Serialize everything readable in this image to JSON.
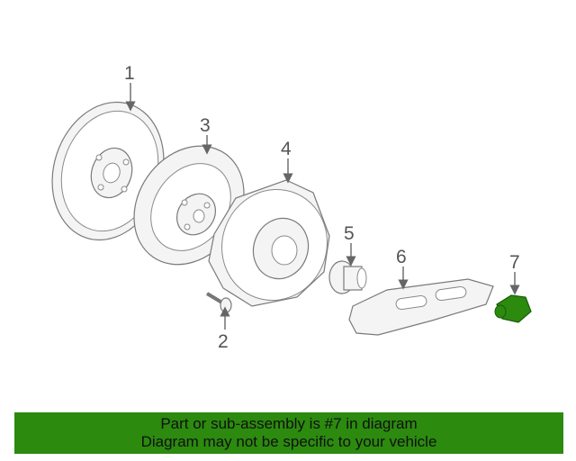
{
  "diagram": {
    "callouts": [
      {
        "id": "1",
        "label": "1"
      },
      {
        "id": "2",
        "label": "2"
      },
      {
        "id": "3",
        "label": "3"
      },
      {
        "id": "4",
        "label": "4"
      },
      {
        "id": "5",
        "label": "5"
      },
      {
        "id": "6",
        "label": "6"
      },
      {
        "id": "7",
        "label": "7"
      }
    ],
    "highlight_color": "#2c8a0f",
    "highlighted_part": "7"
  },
  "banner": {
    "line1": "Part or sub-assembly is #7 in diagram",
    "line2": "Diagram may not be specific to your vehicle"
  }
}
